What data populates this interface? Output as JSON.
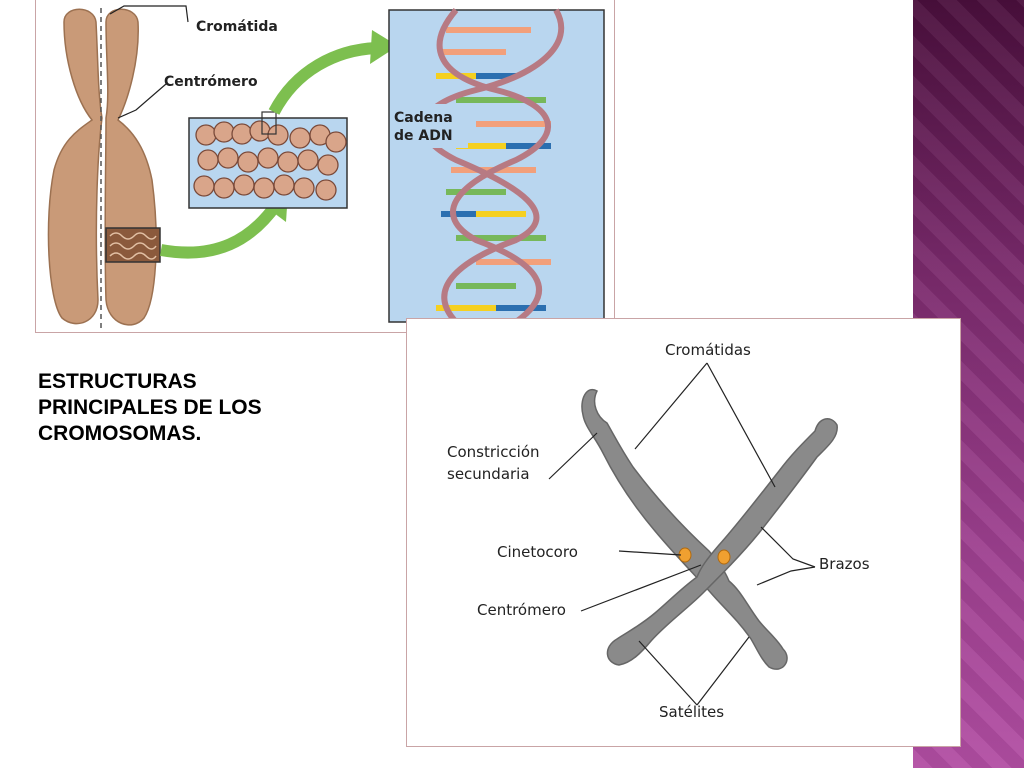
{
  "slide": {
    "title": "ESTRUCTURAS\nPRINCIPALES DE LOS\nCROMOSOMAS."
  },
  "diagram_top": {
    "labels": {
      "cromatida": "Cromátida",
      "centromero": "Centrómero",
      "cadena_line1": "Cadena",
      "cadena_line2": "de ADN"
    }
  },
  "diagram_bottom": {
    "labels": {
      "cromatidas": "Cromátidas",
      "constriccion_line1": "Constricción",
      "constriccion_line2": "secundaria",
      "cinetocoro": "Cinetocoro",
      "brazos": "Brazos",
      "centromero": "Centrómero",
      "satelites": "Satélites"
    }
  },
  "colors": {
    "chromosome_tan": "#c99a78",
    "chromosome_gray": "#8a8a8a",
    "arrow_green": "#7dbf4f",
    "dna_bg": "#b9d6ef",
    "dna_strand": "#b77a83",
    "kinetochore": "#f0a030",
    "accent_purple": "#7a2a6c"
  }
}
